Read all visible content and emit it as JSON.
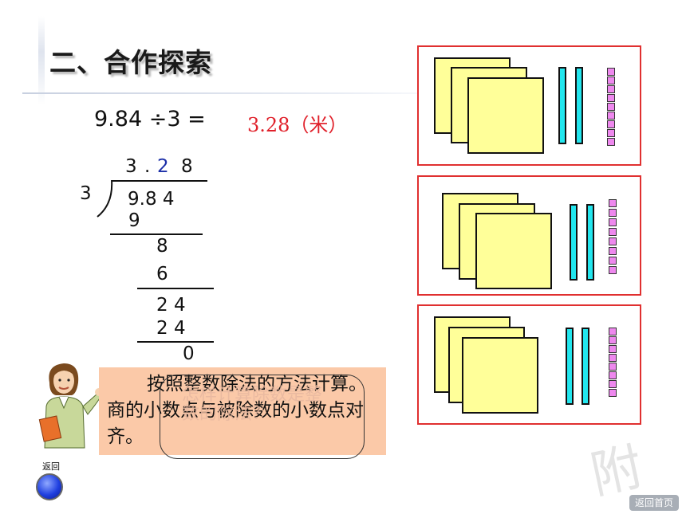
{
  "header": {
    "title": "二、合作探索"
  },
  "equation": {
    "text": "9.84 ÷3 =",
    "answer": "3.28（米）"
  },
  "division": {
    "quotient": {
      "d1": "3",
      "dot": ".",
      "d2": "2",
      "d3": "8"
    },
    "divisor": "3",
    "dividend": "9.8 4",
    "steps": [
      "9",
      "8",
      "6",
      "2 4",
      "2 4",
      "0"
    ]
  },
  "tip": {
    "text": "按照整数除法的方法计算。商的小数点与被除数的小数点对齐。",
    "overlay": [
      "怎样计算除数是整",
      "数的除法？"
    ]
  },
  "nav": {
    "back_label": "返回",
    "home_label": "返回首页"
  },
  "watermark": "附"
}
